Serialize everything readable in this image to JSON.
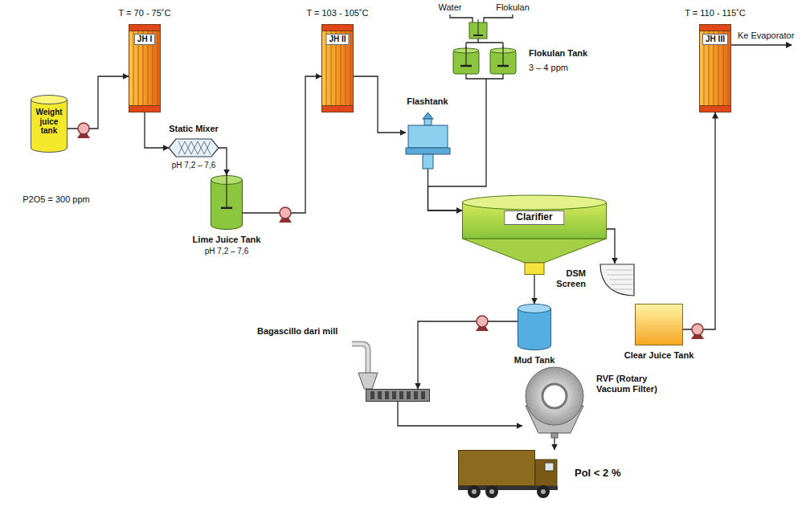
{
  "diagram": {
    "nodes": [
      {
        "text": [
          "Weight juice tank",
          "P2O5 = 300 ppm"
        ]
      },
      {
        "text": [
          "T = 70 - 75˚C",
          "JH I"
        ]
      },
      {
        "text": [
          "Static Mixer",
          "pH 7,2 – 7,6"
        ]
      },
      {
        "text": [
          "Lime Juice Tank",
          "pH 7,2 – 7,6"
        ]
      },
      {
        "text": [
          "T = 103 - 105˚C",
          "JH II"
        ]
      },
      {
        "text": [
          "Flashtank"
        ]
      },
      {
        "text": [
          "Flokulan Tank",
          "3 – 4 ppm"
        ]
      },
      {
        "text": [
          "Clarifier"
        ]
      },
      {
        "text": [
          "DSM Screen"
        ]
      },
      {
        "text": [
          "Clear Juice Tank"
        ]
      },
      {
        "text": [
          "T = 110 - 115˚C",
          "JH III"
        ]
      },
      {
        "text": [
          "Mud Tank"
        ]
      },
      {
        "text": [
          "Bagascillo dari mill"
        ]
      },
      {
        "text": [
          "RVF (Rotary Vacuum Filter)"
        ]
      },
      {
        "text": [
          "Pol < 2 %"
        ]
      }
    ],
    "edges": [
      {
        "from": 0,
        "to": 1,
        "arrow": "to"
      },
      {
        "from": 1,
        "to": 2,
        "arrow": "to"
      },
      {
        "from": 2,
        "to": 3,
        "arrow": "to"
      },
      {
        "from": 3,
        "to": 4,
        "arrow": "to"
      },
      {
        "from": 4,
        "to": 5,
        "arrow": "to"
      },
      {
        "from": 5,
        "to": 7,
        "arrow": "to"
      },
      {
        "from": 6,
        "to": 7,
        "arrow": "to"
      },
      {
        "from": 7,
        "to": 8,
        "arrow": "to"
      },
      {
        "from": 9,
        "to": 10,
        "arrow": "to"
      },
      {
        "from": 7,
        "to": 11,
        "arrow": "to"
      },
      {
        "from": 11,
        "to": 12,
        "arrow": "to"
      },
      {
        "from": 12,
        "to": 13,
        "arrow": "to"
      },
      {
        "from": 13,
        "to": 14,
        "arrow": "to"
      }
    ],
    "labels": [
      "Water",
      "Flokulan",
      "Ke Evaporator"
    ]
  }
}
